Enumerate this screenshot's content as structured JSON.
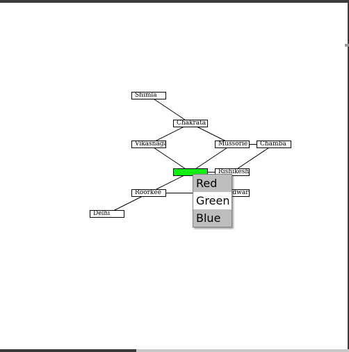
{
  "graph": {
    "nodes": [
      {
        "id": "shimla",
        "label": "Shimla",
        "selected": false
      },
      {
        "id": "chakrata",
        "label": "Chakrata",
        "selected": false
      },
      {
        "id": "vikasnagar",
        "label": "Vikasnagar",
        "selected": false
      },
      {
        "id": "mussorie",
        "label": "Mussorie",
        "selected": false
      },
      {
        "id": "chamba",
        "label": "Chamba",
        "selected": false
      },
      {
        "id": "dehradun",
        "label": "",
        "selected": true
      },
      {
        "id": "rishikesh",
        "label": "Rishikesh",
        "selected": false
      },
      {
        "id": "roorkee",
        "label": "Roorkee",
        "selected": false
      },
      {
        "id": "haridwar",
        "label": "Haridwar",
        "selected": false
      },
      {
        "id": "delhi",
        "label": "Delhi",
        "selected": false
      }
    ],
    "edges": [
      [
        "shimla",
        "chakrata"
      ],
      [
        "chakrata",
        "vikasnagar"
      ],
      [
        "chakrata",
        "mussorie"
      ],
      [
        "vikasnagar",
        "dehradun"
      ],
      [
        "mussorie",
        "dehradun"
      ],
      [
        "mussorie",
        "chamba"
      ],
      [
        "chamba",
        "rishikesh"
      ],
      [
        "dehradun",
        "rishikesh"
      ],
      [
        "dehradun",
        "roorkee"
      ],
      [
        "roorkee",
        "haridwar"
      ],
      [
        "roorkee",
        "delhi"
      ]
    ],
    "selected_fill": "#11ee11"
  },
  "menu": {
    "items": [
      {
        "label": "Red",
        "active": false
      },
      {
        "label": "Green",
        "active": true
      },
      {
        "label": "Blue",
        "active": false
      }
    ]
  }
}
